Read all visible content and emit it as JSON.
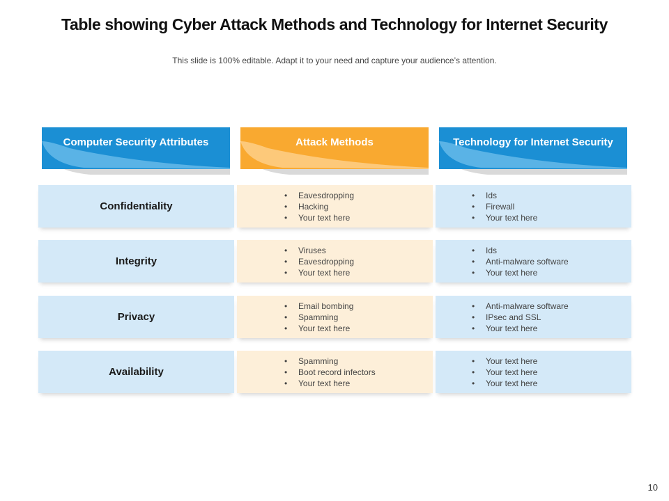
{
  "slide": {
    "title": "Table showing Cyber Attack Methods and Technology for Internet Security",
    "subtitle": "This slide is 100% editable. Adapt it to your need and capture your audience’s attention.",
    "page_number": "10"
  },
  "headers": [
    {
      "label": "Computer Security Attributes",
      "color": "#1b8fd4",
      "wave": "#5ab3e6"
    },
    {
      "label": "Attack Methods",
      "color": "#f9a930",
      "wave": "#fdc97a"
    },
    {
      "label": "Technology for Internet Security",
      "color": "#1b8fd4",
      "wave": "#5ab3e6"
    }
  ],
  "rows": [
    {
      "attribute": "Confidentiality",
      "attacks": [
        "Eavesdropping",
        "Hacking",
        "Your text here"
      ],
      "technology": [
        "Ids",
        "Firewall",
        "Your text here"
      ]
    },
    {
      "attribute": "Integrity",
      "attacks": [
        "Viruses",
        "Eavesdropping",
        "Your text here"
      ],
      "technology": [
        "Ids",
        "Anti-malware software",
        "Your text here"
      ]
    },
    {
      "attribute": "Privacy",
      "attacks": [
        "Email bombing",
        "Spamming",
        "Your text here"
      ],
      "technology": [
        "Anti-malware software",
        "IPsec and SSL",
        "Your text here"
      ]
    },
    {
      "attribute": "Availability",
      "attacks": [
        "Spamming",
        "Boot record infectors",
        "Your text here"
      ],
      "technology": [
        "Your text here",
        "Your text here",
        "Your text here"
      ]
    }
  ]
}
